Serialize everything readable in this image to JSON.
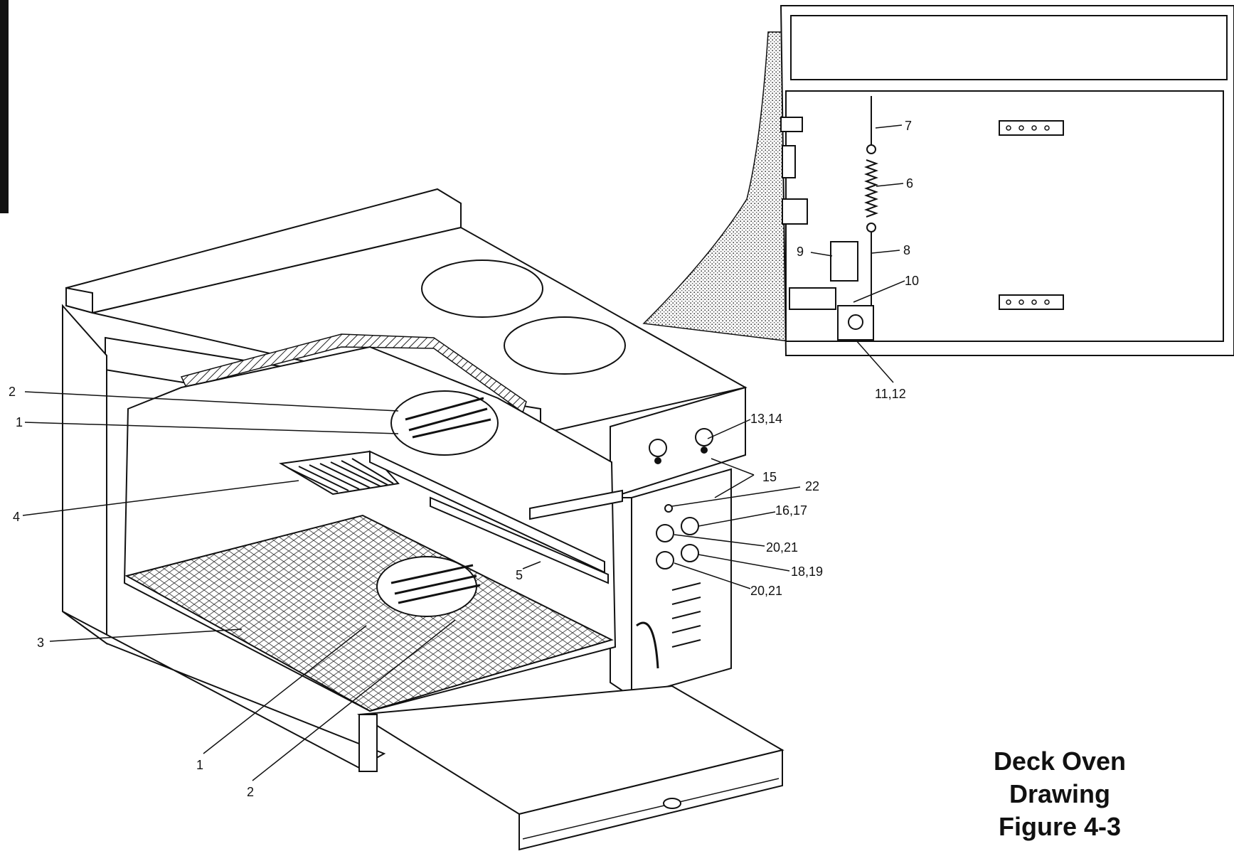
{
  "figure": {
    "title_line1": "Deck Oven",
    "title_line2": "Drawing",
    "title_line3": "Figure 4-3"
  },
  "callouts": {
    "c2_top": "2",
    "c1_top": "1",
    "c4": "4",
    "c3": "3",
    "c1_bottom": "1",
    "c2_bottom": "2",
    "c5": "5",
    "c13_14": "13,14",
    "c15": "15",
    "c22": "22",
    "c16_17": "16,17",
    "c20_21_a": "20,21",
    "c18_19": "18,19",
    "c20_21_b": "20,21",
    "c7": "7",
    "c6": "6",
    "c9": "9",
    "c8": "8",
    "c10": "10",
    "c11_12": "11,12"
  }
}
